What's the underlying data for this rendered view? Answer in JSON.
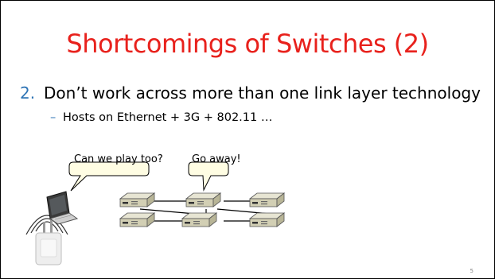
{
  "slide": {
    "title": "Shortcomings of Switches (2)",
    "bullets": [
      {
        "number": "2.",
        "text": "Don’t work across more than one link layer technology",
        "sub_bullets": [
          {
            "dash": "–",
            "text": "Hosts on Ethernet + 3G + 802.11 …"
          }
        ]
      }
    ],
    "diagram": {
      "laptop_callout": "Can we play too?",
      "switch_callout": "Go away!"
    },
    "page_number": "5"
  },
  "colors": {
    "title": "#e8211c",
    "accent": "#2e74b5",
    "switch_face": "#d2cfb4",
    "switch_top": "#e7e5d3",
    "link": "#000000"
  }
}
